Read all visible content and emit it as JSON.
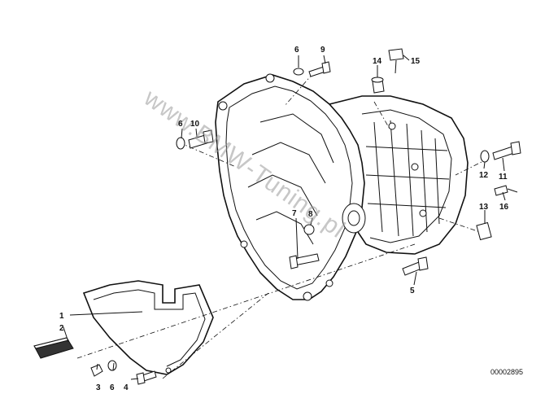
{
  "diagram": {
    "drawing_number": "00002895",
    "watermark": "www.BMW-Tuning.pl",
    "callouts": [
      "1",
      "2",
      "3",
      "4",
      "5",
      "6",
      "6",
      "6",
      "7",
      "8",
      "9",
      "10",
      "11",
      "12",
      "13",
      "14",
      "15",
      "16"
    ]
  }
}
